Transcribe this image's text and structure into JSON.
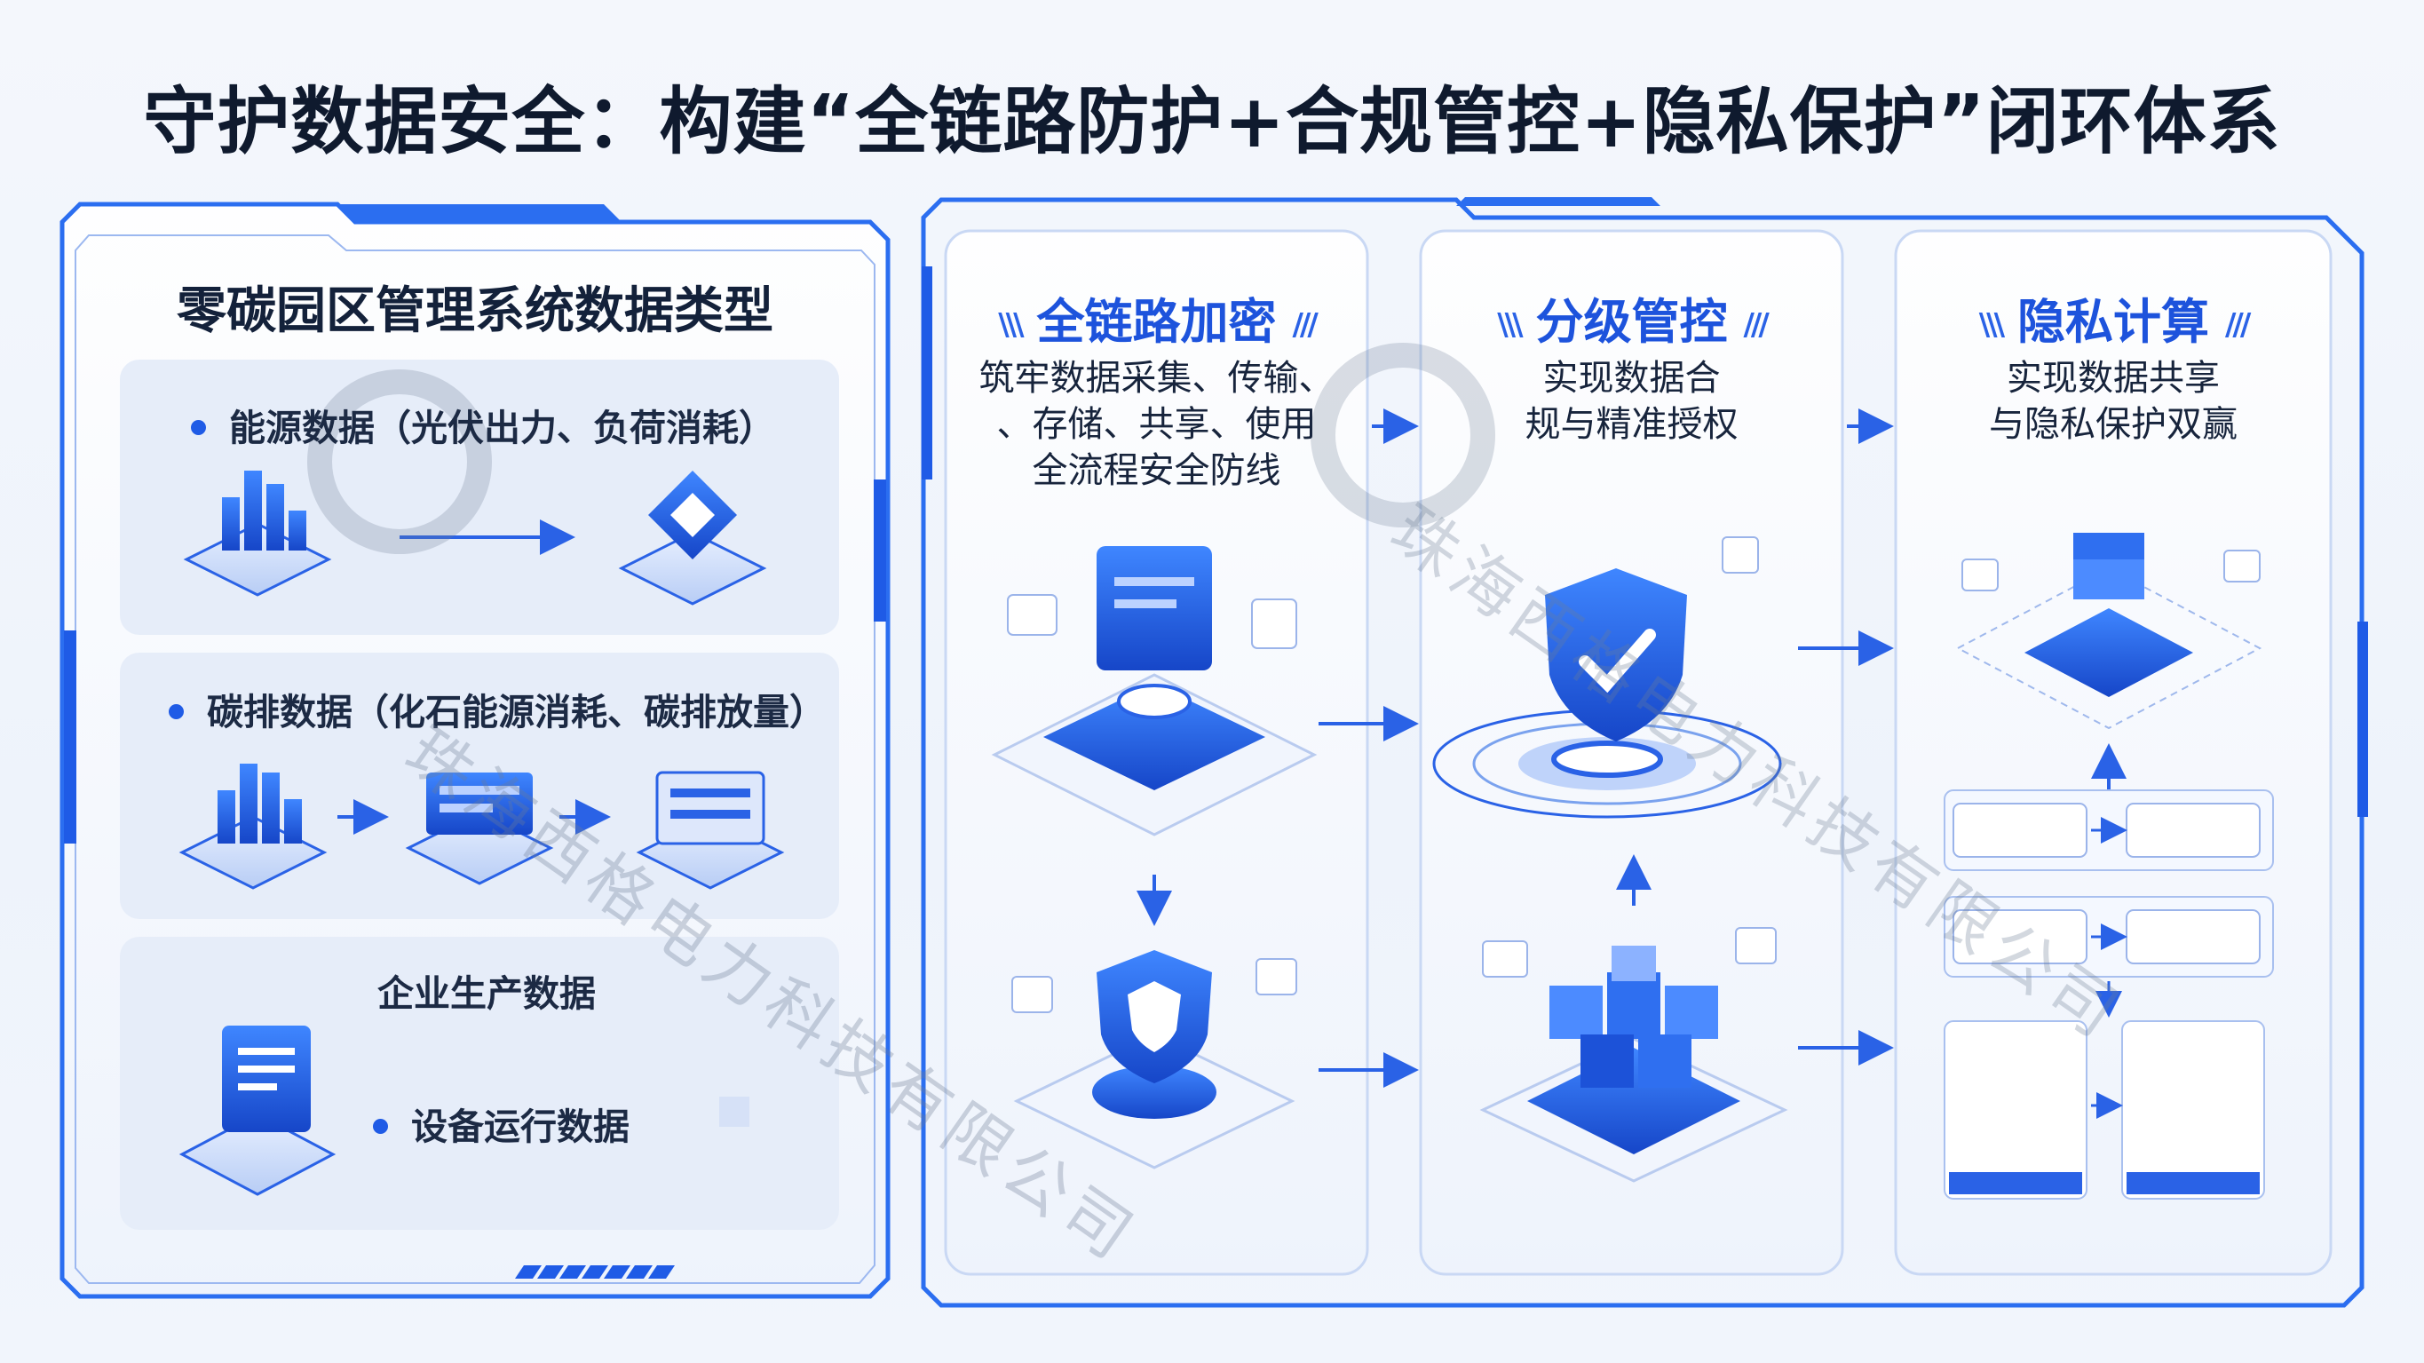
{
  "title": "守护数据安全：构建“全链路防护+合规管控+隐私保护”闭环体系",
  "left_panel": {
    "title": "零碳园区管理系统数据类型",
    "items": [
      {
        "label": "能源数据（光伏出力、负荷消耗）"
      },
      {
        "label": "碳排数据（化石能源消耗、碳排放量）"
      },
      {
        "label": "企业生产数据",
        "sub_label": "设备运行数据"
      }
    ]
  },
  "pillars": [
    {
      "title": "全链路加密",
      "desc": [
        "筑牢数据采集、传输、",
        "、存储、共享、使用",
        "全流程安全防线"
      ]
    },
    {
      "title": "分级管控",
      "desc": [
        "实现数据合",
        "规与精准授权"
      ]
    },
    {
      "title": "隐私计算",
      "desc": [
        "实现数据共享",
        "与隐私保护双赢"
      ]
    }
  ],
  "watermark": "珠海西格电力科技有限公司",
  "colors": {
    "accent": "#1f5be6",
    "frame": "#2b6ef0",
    "background": "#f1f5fc"
  }
}
